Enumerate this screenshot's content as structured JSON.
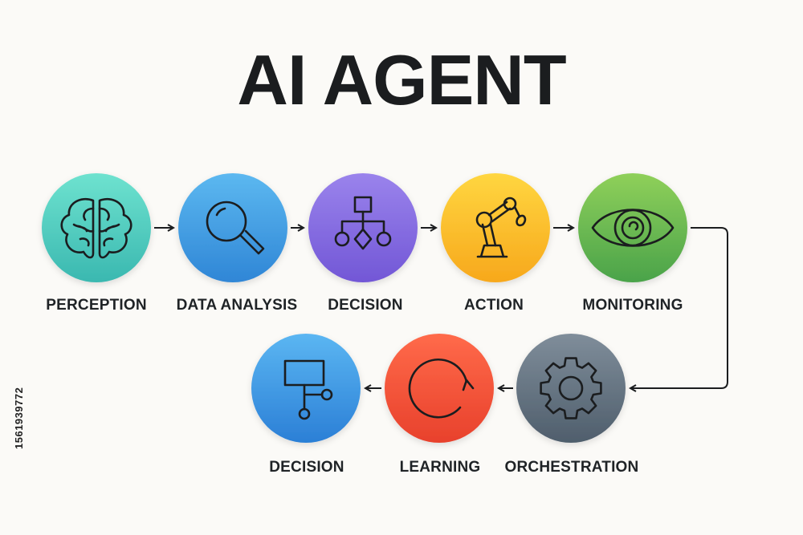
{
  "title": "AI AGENT",
  "steps": [
    {
      "label": "PERCEPTION",
      "icon": "brain-icon",
      "color_top": "#6ee2cf",
      "color_bottom": "#3ab8b0"
    },
    {
      "label": "DATA ANALYSIS",
      "icon": "magnifier-icon",
      "color_top": "#5cb8f0",
      "color_bottom": "#2f86d6"
    },
    {
      "label": "DECISION",
      "icon": "flowchart-icon",
      "color_top": "#9a83ec",
      "color_bottom": "#7257d6"
    },
    {
      "label": "ACTION",
      "icon": "robot-arm-icon",
      "color_top": "#ffd640",
      "color_bottom": "#f7a81c"
    },
    {
      "label": "MONITORING",
      "icon": "eye-icon",
      "color_top": "#8fd05a",
      "color_bottom": "#4aa34a"
    },
    {
      "label": "ORCHESTRATION",
      "icon": "gear-icon",
      "color_top": "#7f8d9a",
      "color_bottom": "#4f5e6c"
    },
    {
      "label": "LEARNING",
      "icon": "cycle-arrow-icon",
      "color_top": "#ff6a4a",
      "color_bottom": "#e8412c"
    },
    {
      "label": "DECISION",
      "icon": "node-diagram-icon",
      "color_top": "#5bb6f2",
      "color_bottom": "#2b7fd6"
    }
  ],
  "watermark_id": "1561939772"
}
